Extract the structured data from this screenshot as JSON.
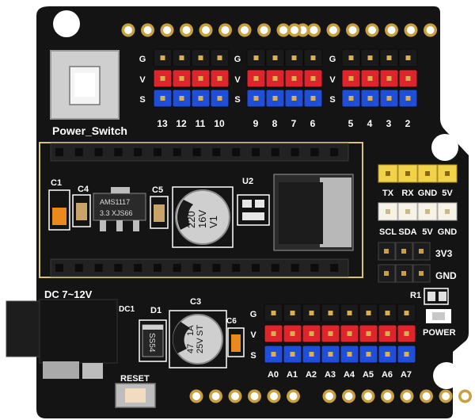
{
  "board": {
    "pcb_color": "#141414",
    "silk_color": "#ffffff",
    "outline_color": "#d7c27a"
  },
  "power_switch_label": "Power_Switch",
  "digital_rows": [
    "G",
    "V",
    "S"
  ],
  "digital_pins": [
    "13",
    "12",
    "11",
    "10",
    "9",
    "8",
    "7",
    "6",
    "5",
    "4",
    "3",
    "2"
  ],
  "pin_colors": {
    "ground": "#1a1a1a",
    "vcc": "#e0242c",
    "signal": "#1f4fd8"
  },
  "serial_header_labels": [
    "TX",
    "RX",
    "GND",
    "5V"
  ],
  "i2c_header_labels": [
    "SCL",
    "SDA",
    "5V",
    "GND"
  ],
  "side_labels": [
    "3V3",
    "GND"
  ],
  "analog_rows": [
    "G",
    "V",
    "S"
  ],
  "analog_pins": [
    "A0",
    "A1",
    "A2",
    "A3",
    "A4",
    "A5",
    "A6",
    "A7"
  ],
  "components": {
    "c1": "C1",
    "c4": "C4",
    "c5": "C5",
    "c3": "C3",
    "c6": "C6",
    "d1": "D1",
    "u2": "U2",
    "r1": "R1",
    "dc1": "DC1",
    "regulator_line1": "AMS1117",
    "regulator_line2": "3.3 XJS66",
    "diode_marking": "SS54",
    "big_cap_line1": "220",
    "big_cap_line2": "16V",
    "big_cap_line3": "V1",
    "small_cap_line1": "47",
    "small_cap_line2": "25V",
    "small_cap_line3": "1A",
    "small_cap_line4": "ST"
  },
  "dc_label": "DC 7~12V",
  "reset_label": "RESET",
  "power_label": "POWER"
}
